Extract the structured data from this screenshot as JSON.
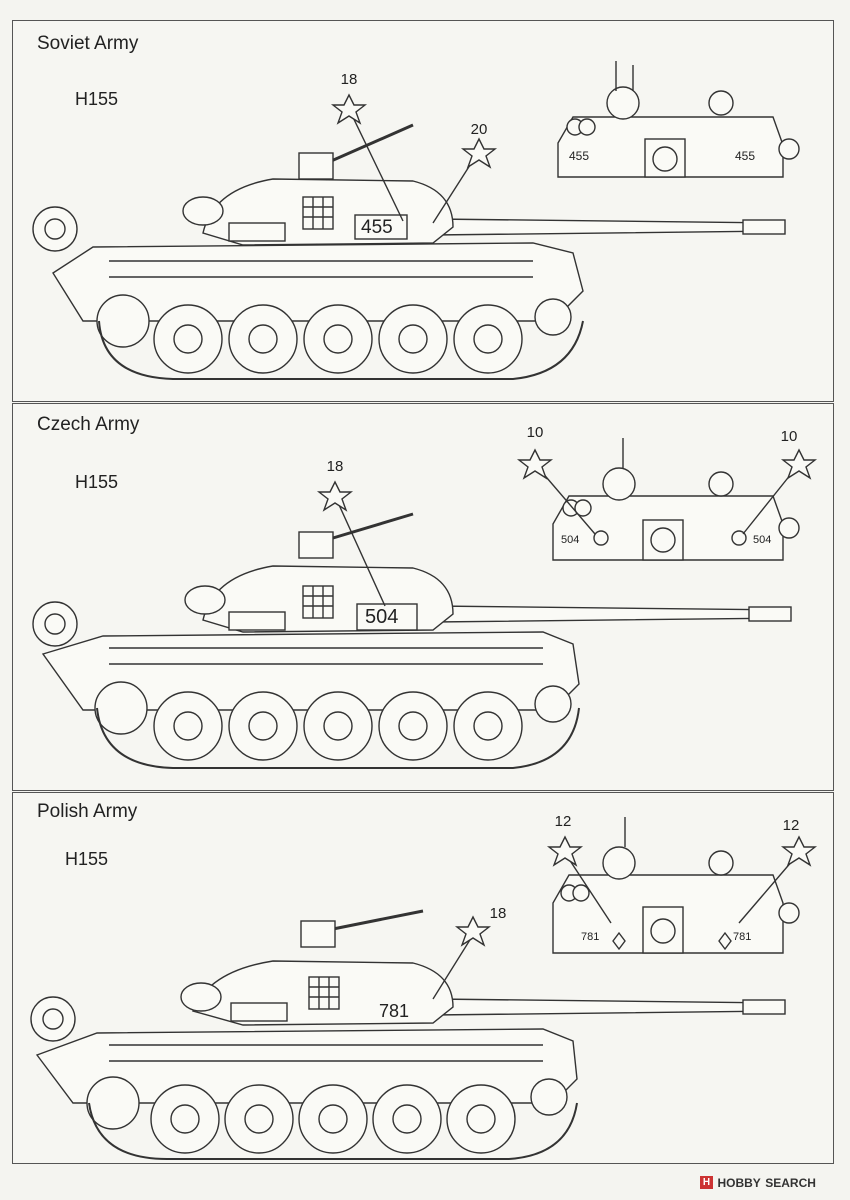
{
  "panels": [
    {
      "title": "Soviet Army",
      "code": "H155",
      "hull_number": "455",
      "turret_number": "455",
      "callouts": [
        "18",
        "20"
      ]
    },
    {
      "title": "Czech Army",
      "code": "H155",
      "hull_number": "504",
      "turret_number": "504",
      "callouts": [
        "18",
        "10",
        "10"
      ]
    },
    {
      "title": "Polish Army",
      "code": "H155",
      "hull_number": "781",
      "turret_number": "781",
      "callouts": [
        "18",
        "12",
        "12"
      ]
    }
  ],
  "watermark": {
    "brand": "HOBBY",
    "suffix": "SEARCH"
  }
}
